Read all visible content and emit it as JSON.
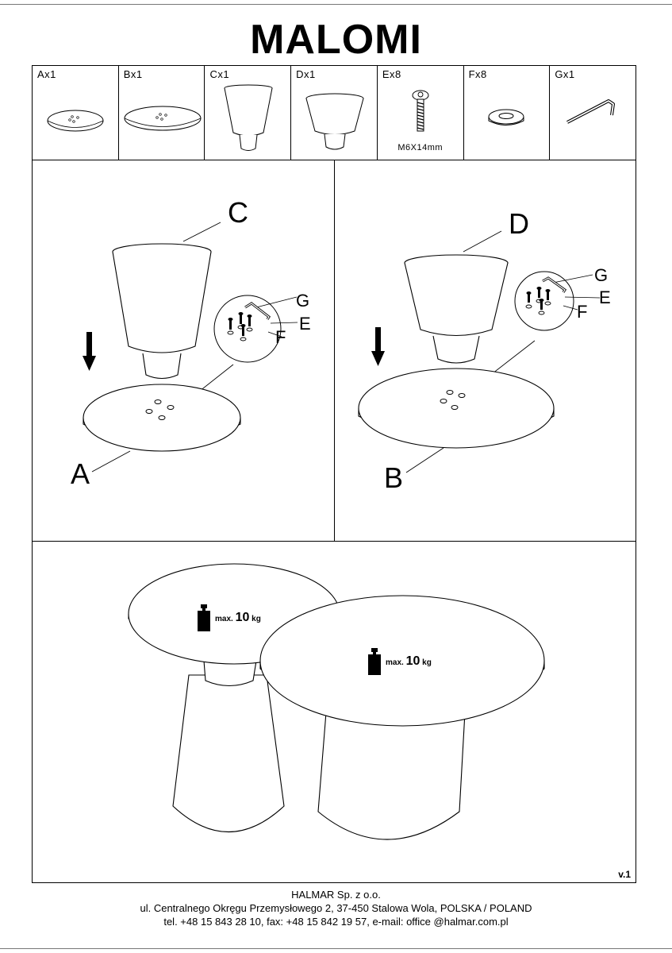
{
  "title": "MALOMI",
  "parts": [
    {
      "label": "Ax1",
      "icon": "small-top-icon"
    },
    {
      "label": "Bx1",
      "icon": "large-top-icon"
    },
    {
      "label": "Cx1",
      "icon": "tall-base-icon"
    },
    {
      "label": "Dx1",
      "icon": "short-base-icon"
    },
    {
      "label": "Ex8",
      "icon": "bolt-icon",
      "size": "M6X14mm"
    },
    {
      "label": "Fx8",
      "icon": "washer-icon"
    },
    {
      "label": "Gx1",
      "icon": "allen-key-icon"
    }
  ],
  "step1": {
    "base": "C",
    "top": "A",
    "bolt": "E",
    "washer": "F",
    "key": "G"
  },
  "step2": {
    "base": "D",
    "top": "B",
    "bolt": "E",
    "washer": "F",
    "key": "G"
  },
  "final": {
    "load1": {
      "prefix": "max.",
      "value": "10",
      "unit": "kg"
    },
    "load2": {
      "prefix": "max.",
      "value": "10",
      "unit": "kg"
    },
    "version": "v.1"
  },
  "footer": {
    "company": "HALMAR Sp. z o.o.",
    "address": "ul. Centralnego Okręgu Przemysłowego 2, 37-450 Stalowa Wola, POLSKA / POLAND",
    "contact": "tel. +48 15 843 28 10, fax: +48 15 842 19 57, e-mail: office @halmar.com.pl"
  }
}
